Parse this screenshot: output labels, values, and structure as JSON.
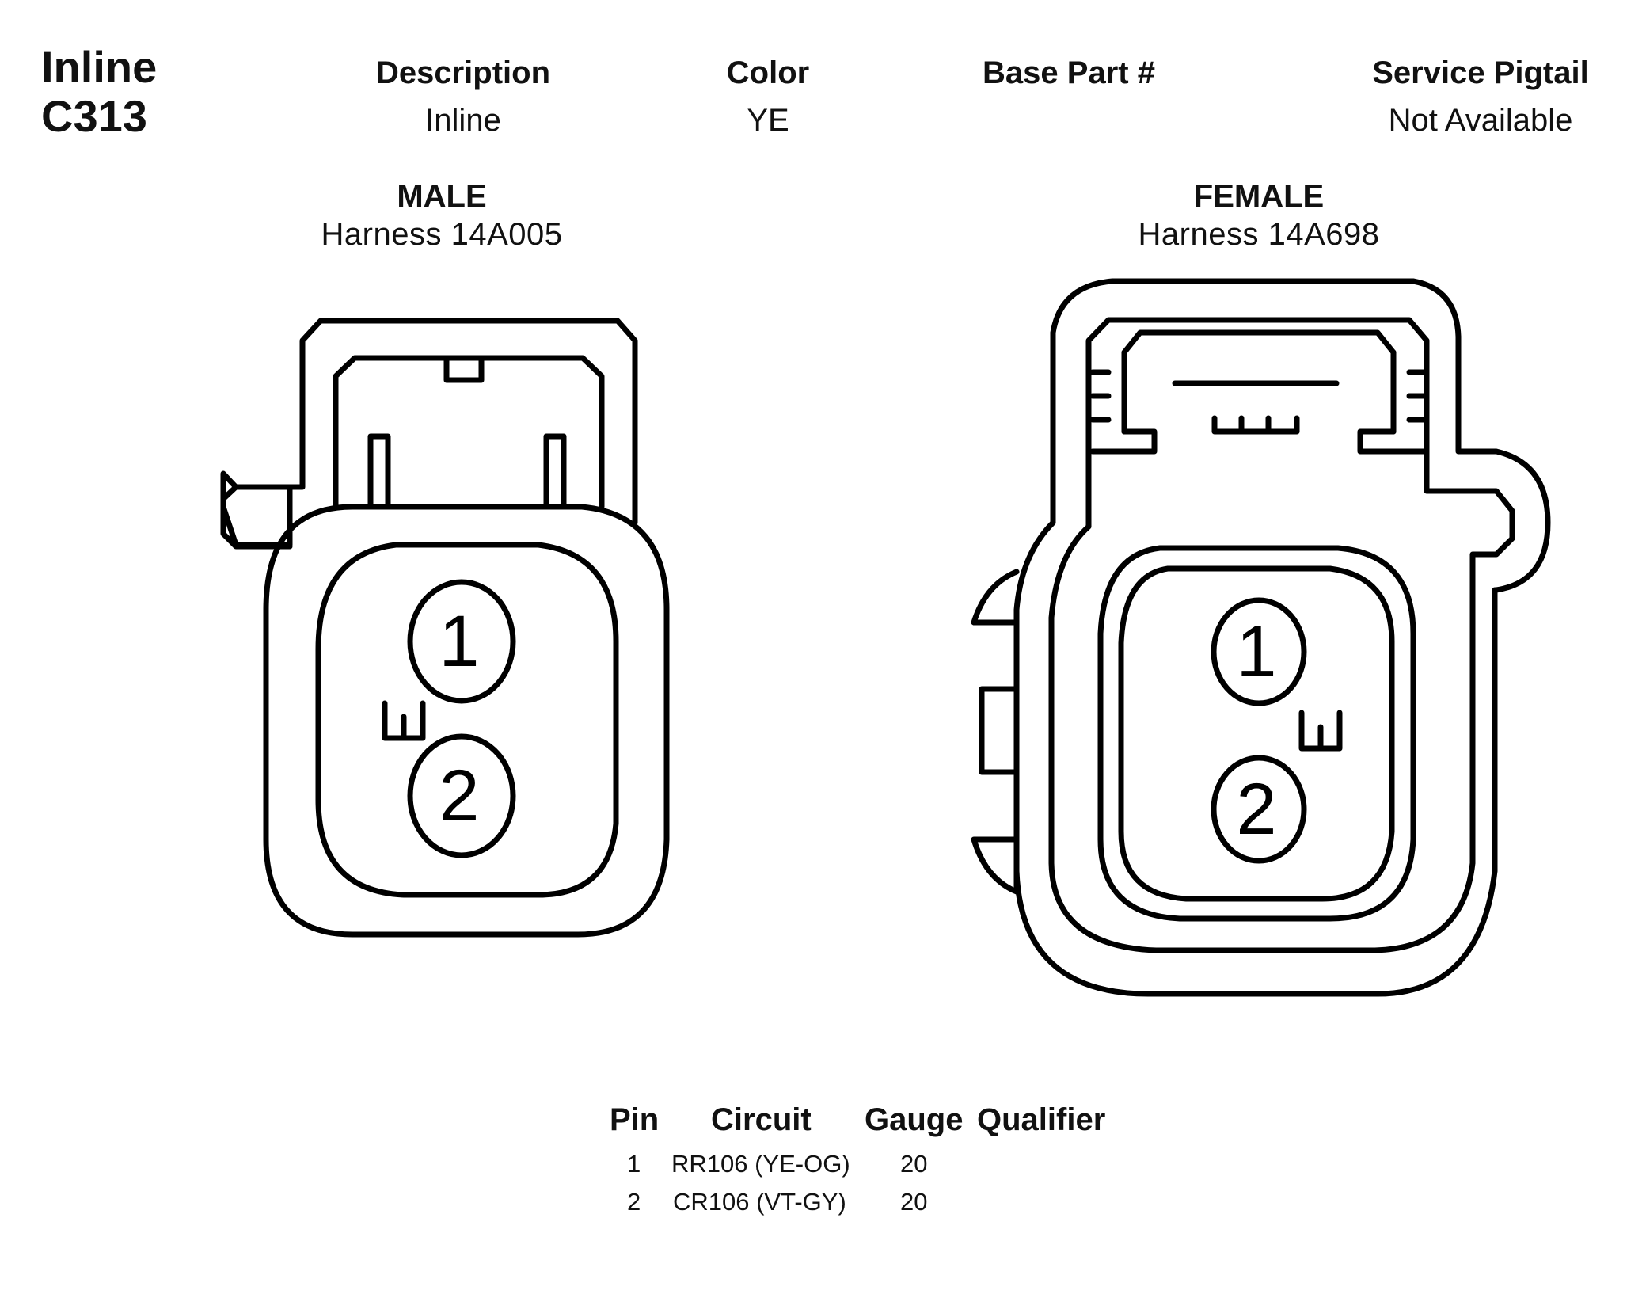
{
  "connector": {
    "line1": "Inline",
    "line2": "C313"
  },
  "header": {
    "description": {
      "label": "Description",
      "value": "Inline"
    },
    "color": {
      "label": "Color",
      "value": "YE"
    },
    "base_part": {
      "label": "Base Part #",
      "value": ""
    },
    "service_pigtail": {
      "label": "Service Pigtail",
      "value": "Not Available"
    }
  },
  "male": {
    "title": "MALE",
    "harness": "Harness  14A005",
    "pins": [
      "1",
      "2"
    ]
  },
  "female": {
    "title": "FEMALE",
    "harness": "Harness  14A698",
    "pins": [
      "1",
      "2"
    ]
  },
  "pin_table": {
    "headers": {
      "pin": "Pin",
      "circuit": "Circuit",
      "gauge": "Gauge",
      "qualifier": "Qualifier"
    },
    "rows": [
      {
        "pin": "1",
        "circuit": "RR106 (YE-OG)",
        "gauge": "20",
        "qualifier": ""
      },
      {
        "pin": "2",
        "circuit": "CR106 (VT-GY)",
        "gauge": "20",
        "qualifier": ""
      }
    ]
  }
}
